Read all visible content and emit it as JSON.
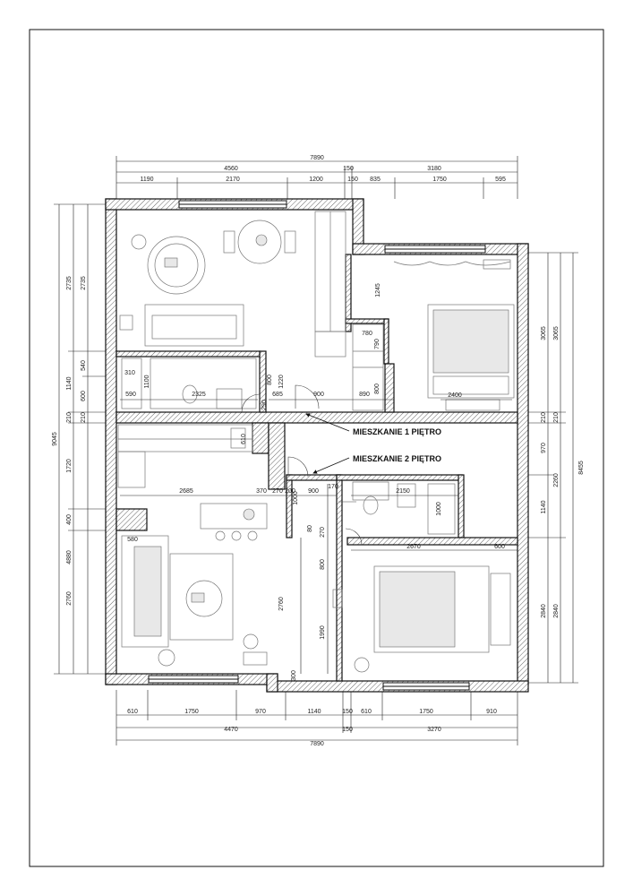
{
  "labels": {
    "floor1": "MIESZKANIE 1 PIĘTRO",
    "floor2": "MIESZKANIE 2 PIĘTRO"
  },
  "dimensions": {
    "top_total": "7890",
    "top_mid": [
      "4560",
      "150",
      "3180"
    ],
    "top_inner": [
      "1190",
      "2170",
      "1200",
      "150",
      "835",
      "1750",
      "595"
    ],
    "bottom_inner": [
      "610",
      "1750",
      "970",
      "1140",
      "150",
      "610",
      "1750",
      "910"
    ],
    "bottom_mid": [
      "4470",
      "150",
      "3270"
    ],
    "bottom_total": "7890",
    "left_total": "9045",
    "left_outer": [
      "2735",
      "1140",
      "210",
      "1720",
      "400",
      "4880",
      "2760"
    ],
    "left_inner": [
      "2735",
      "540",
      "600",
      "210"
    ],
    "right_total": "8455",
    "right_outer": [
      "3065",
      "210",
      "2260",
      "2840"
    ],
    "right_inner": [
      "3065",
      "210",
      "970",
      "1140",
      "2840"
    ],
    "interior": [
      "1245",
      "780",
      "790",
      "800",
      "890",
      "900",
      "685",
      "290",
      "1220",
      "800",
      "2325",
      "590",
      "1100",
      "310",
      "610",
      "2685",
      "370",
      "270",
      "200",
      "900",
      "170",
      "2150",
      "1000",
      "1000",
      "80",
      "270",
      "800",
      "2670",
      "600",
      "580",
      "2760",
      "1990",
      "300",
      "2400"
    ]
  },
  "colors": {
    "line": "#111111",
    "hatch": "#555555",
    "furniture": "#777777"
  }
}
